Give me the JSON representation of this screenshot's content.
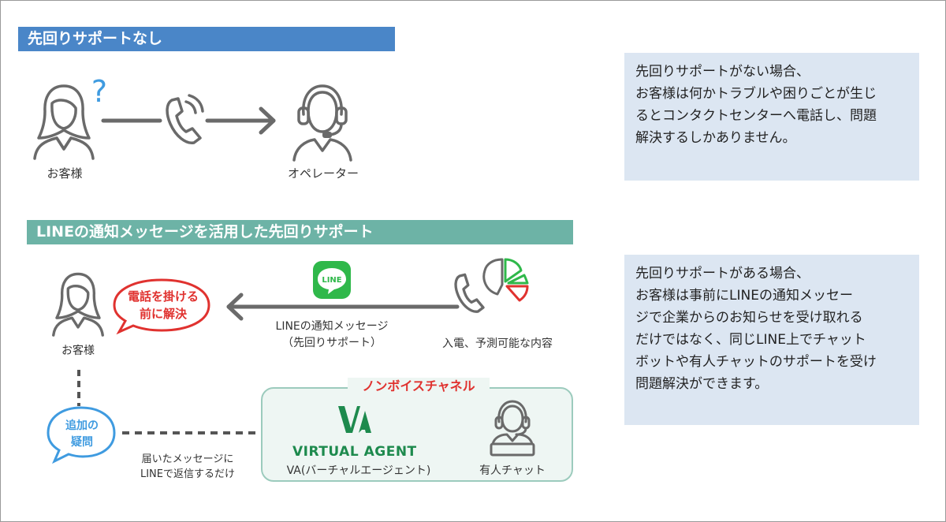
{
  "section1": {
    "banner": "先回りサポートなし",
    "customer_label": "お客様",
    "operator_label": "オペレーター",
    "question_mark": "?",
    "note_lines": [
      "先回りサポートがない場合、",
      "お客様は何かトラブルや困りごとが生じ",
      "るとコンタクトセンターへ電話し、問題",
      "解決するしかありません。"
    ]
  },
  "section2": {
    "banner": "LINEの通知メッセージを活用した先回りサポート",
    "customer_label": "お客様",
    "speech_bubble_lines": [
      "電話を掛ける",
      "前に解決"
    ],
    "line_logo_text": "LINE",
    "message_label_lines": [
      "LINEの通知メッセージ",
      "（先回りサポート）"
    ],
    "incoming_label": "入電、予測可能な内容",
    "question_bubble_lines": [
      "追加の",
      "疑問"
    ],
    "reply_label_lines": [
      "届いたメッセージに",
      "LINEで返信するだけ"
    ],
    "channel_title": "ノンボイスチャネル",
    "va_brand": "VIRTUAL AGENT",
    "va_label": "VA(バーチャルエージェント)",
    "chat_label": "有人チャット",
    "note_lines": [
      "先回りサポートがある場合、",
      "お客様は事前にLINEの通知メッセー",
      "ジで企業からのお知らせを受け取れる",
      "だけではなく、同じLINE上でチャット",
      "ボットや有人チャットのサポートを受け",
      "問題解決ができます。"
    ]
  },
  "colors": {
    "banner1": "#4a86c8",
    "banner2": "#6db3a6",
    "note_bg": "#dce6f2",
    "alert_red": "#e0322f",
    "question_blue": "#3f9be0",
    "line_green": "#2fb84a",
    "va_green": "#1d8a4d"
  },
  "icons": [
    "person-icon",
    "question-mark-icon",
    "phone-icon",
    "headset-operator-icon",
    "line-logo-icon",
    "pie-chart-icon",
    "virtual-agent-logo-icon",
    "chat-agent-icon"
  ]
}
